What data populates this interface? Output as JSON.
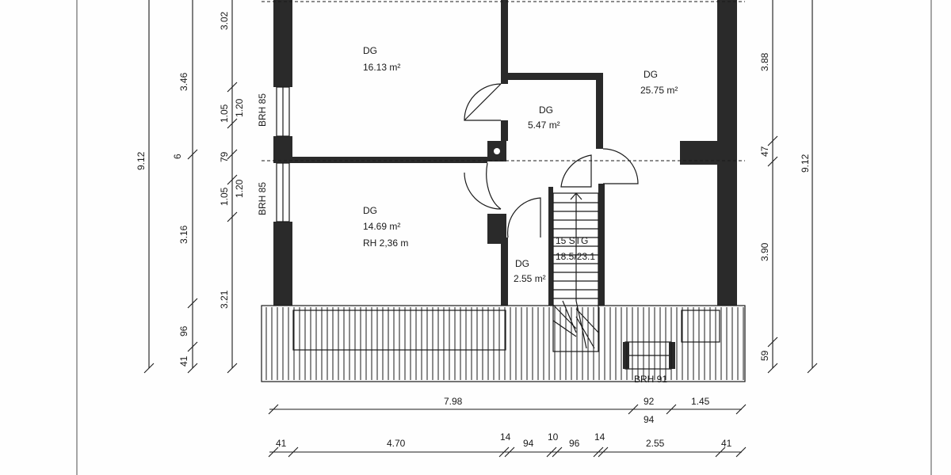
{
  "rooms": [
    {
      "name": "DG",
      "area": "16.13 m²"
    },
    {
      "name": "DG",
      "area": "5.47 m²"
    },
    {
      "name": "DG",
      "area": "25.75 m²"
    },
    {
      "name": "DG",
      "area": "14.69 m²",
      "extra": "RH 2,36 m"
    },
    {
      "name": "DG",
      "area": "2.55 m²"
    }
  ],
  "stairs": {
    "steps": "15 STG",
    "ratio": "18.5/23.1"
  },
  "window_labels": {
    "upper": "BRH 85",
    "lower": "BRH 85",
    "bottom": "BRH 91"
  },
  "left_dims": {
    "outer": "9.12",
    "mid": [
      "3.46",
      "6",
      "3.16",
      "96",
      "41"
    ],
    "inner": [
      "3.02",
      "1.05",
      "1.20",
      "79",
      "1.05",
      "1.20",
      "3.21"
    ]
  },
  "right_dims": {
    "outer": "9.12",
    "inner": [
      "3.88",
      "47",
      "3.90",
      "59"
    ]
  },
  "bottom_dims": {
    "row1": [
      "7.98",
      "92",
      "94",
      "1.45"
    ],
    "row2": [
      "41",
      "4.70",
      "14",
      "94",
      "10",
      "96",
      "14",
      "2.55",
      "41"
    ]
  }
}
